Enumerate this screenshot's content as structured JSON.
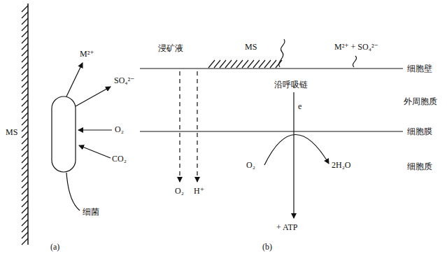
{
  "diagram": {
    "labels": [
      "MS",
      "M²⁺",
      "SO₄²⁻",
      "O₂",
      "CO₂",
      "细菌",
      "(a)",
      "浸矿液",
      "MS",
      "M²⁺ + SO₄²⁻",
      "细胞壁",
      "沿呼吸链",
      "外周胞质",
      "e",
      "细胞膜",
      "O₂",
      "2H₂O",
      "细胞质",
      "O₂",
      "H⁺",
      "+ ATP",
      "(b)"
    ]
  }
}
